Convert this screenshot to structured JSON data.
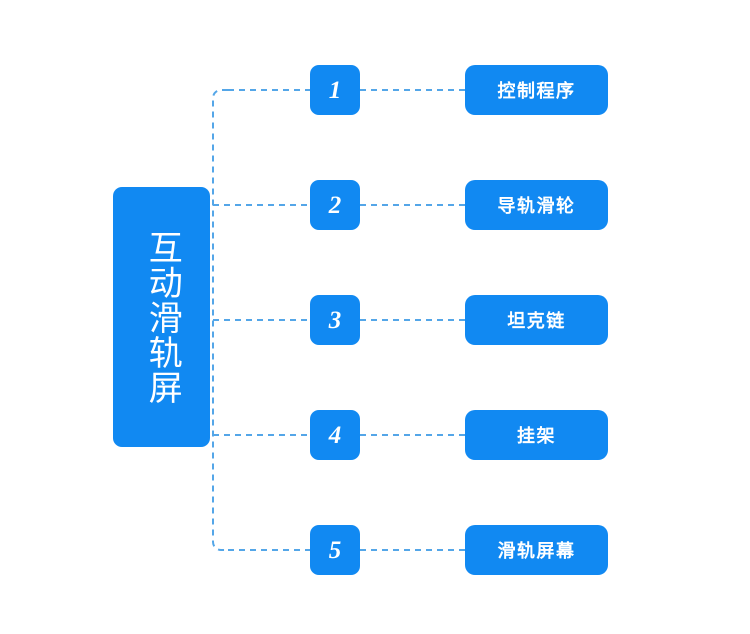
{
  "diagram": {
    "type": "mind-map",
    "orientation": "left-to-right",
    "background_color": "#ffffff",
    "node_color": "#1189f2",
    "connector_color": "#54a6e8",
    "text_color": "#ffffff",
    "root": {
      "label": "互动滑轨屏",
      "text_direction": "vertical"
    },
    "branches": [
      {
        "number": "1",
        "label": "控制程序"
      },
      {
        "number": "2",
        "label": "导轨滑轮"
      },
      {
        "number": "3",
        "label": "坦克链"
      },
      {
        "number": "4",
        "label": "挂架"
      },
      {
        "number": "5",
        "label": "滑轨屏幕"
      }
    ]
  }
}
